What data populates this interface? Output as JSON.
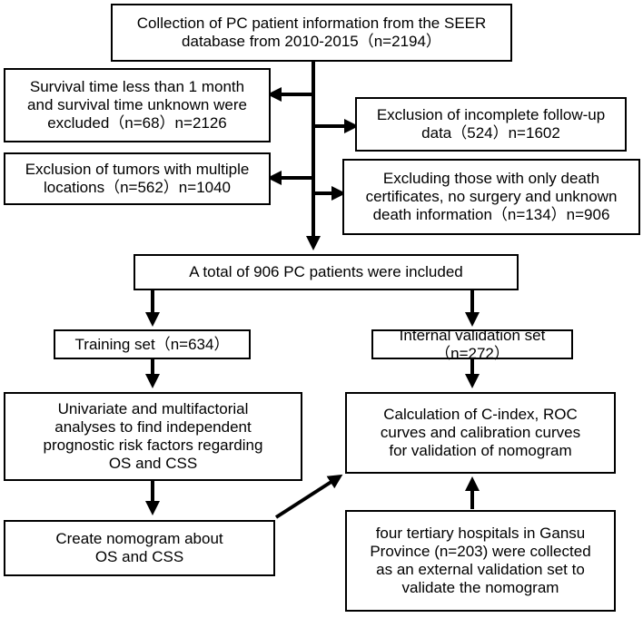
{
  "flowchart": {
    "boxes": {
      "collection": "Collection of PC patient information from the SEER\ndatabase from 2010-2015（n=2194）",
      "survival_excl": "Survival time less than 1 month\nand survival time unknown were\nexcluded（n=68）n=2126",
      "followup_excl": "Exclusion of incomplete follow-up\ndata（524）n=1602",
      "multi_loc_excl": "Exclusion of tumors with multiple\nlocations（n=562）n=1040",
      "death_cert_excl": "Excluding those with only death\ncertificates, no surgery and unknown\ndeath information（n=134）n=906",
      "total": "A total of 906 PC patients were included",
      "training": "Training set（n=634）",
      "internal_val": "Internal validation set（n=272）",
      "univariate": "Univariate and multifactorial\nanalyses to find independent\nprognostic risk factors regarding\nOS and CSS",
      "cindex": "Calculation of C-index, ROC\ncurves and calibration curves\nfor validation of nomogram",
      "nomogram": "Create nomogram about\nOS and CSS",
      "external_val": "four tertiary hospitals in Gansu\nProvince (n=203) were collected\nas an external validation set to\nvalidate the nomogram"
    }
  }
}
